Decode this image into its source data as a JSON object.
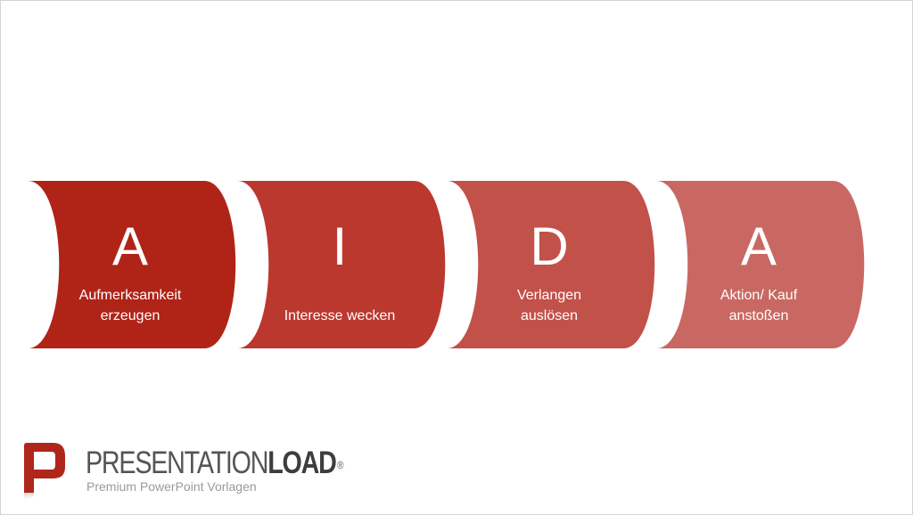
{
  "steps": [
    {
      "letter": "A",
      "caption": [
        "Aufmerksamkeit",
        "erzeugen"
      ],
      "color": "#b02418"
    },
    {
      "letter": "I",
      "caption": [
        "Interesse wecken"
      ],
      "color": "#bb382f"
    },
    {
      "letter": "D",
      "caption": [
        "Verlangen",
        "auslösen"
      ],
      "color": "#c2514a"
    },
    {
      "letter": "A",
      "caption": [
        "Aktion/ Kauf",
        "anstoßen"
      ],
      "color": "#c96862"
    }
  ],
  "brand": {
    "name_regular": "PRESENTATION",
    "name_bold": "LOAD",
    "registered": "®",
    "tagline": "Premium PowerPoint Vorlagen",
    "logo_color": "#b0261b"
  }
}
